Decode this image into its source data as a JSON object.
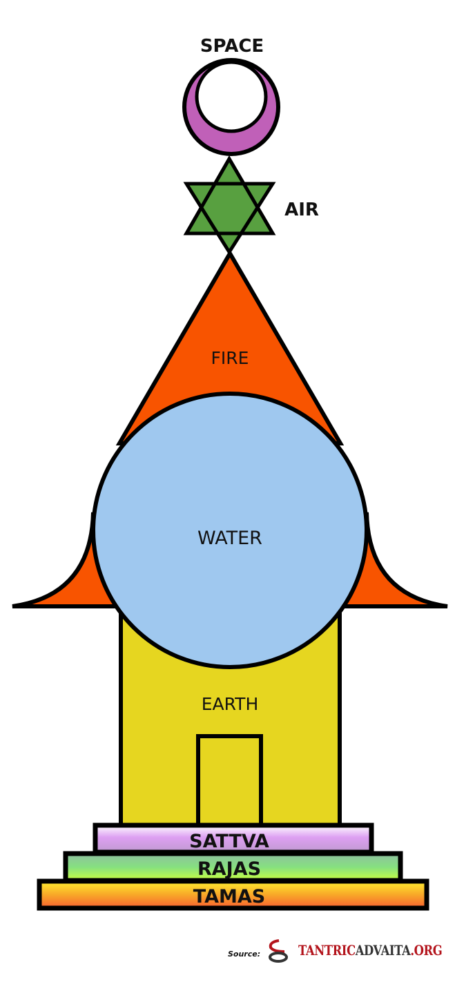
{
  "elements": {
    "space": "SPACE",
    "air": "AIR",
    "fire": "FIRE",
    "water": "WATER",
    "earth": "EARTH"
  },
  "gunas": [
    "SATTVA",
    "RAJAS",
    "TAMAS"
  ],
  "source": {
    "label": "Source:",
    "brand_part1": "TANTRIC",
    "brand_part2": "ADVAITA",
    "brand_part3": ".ORG"
  },
  "colors": {
    "space": "#c060b8",
    "air": "#58a040",
    "fire": "#f85400",
    "water": "#9fc8ef",
    "earth": "#e6d620"
  }
}
